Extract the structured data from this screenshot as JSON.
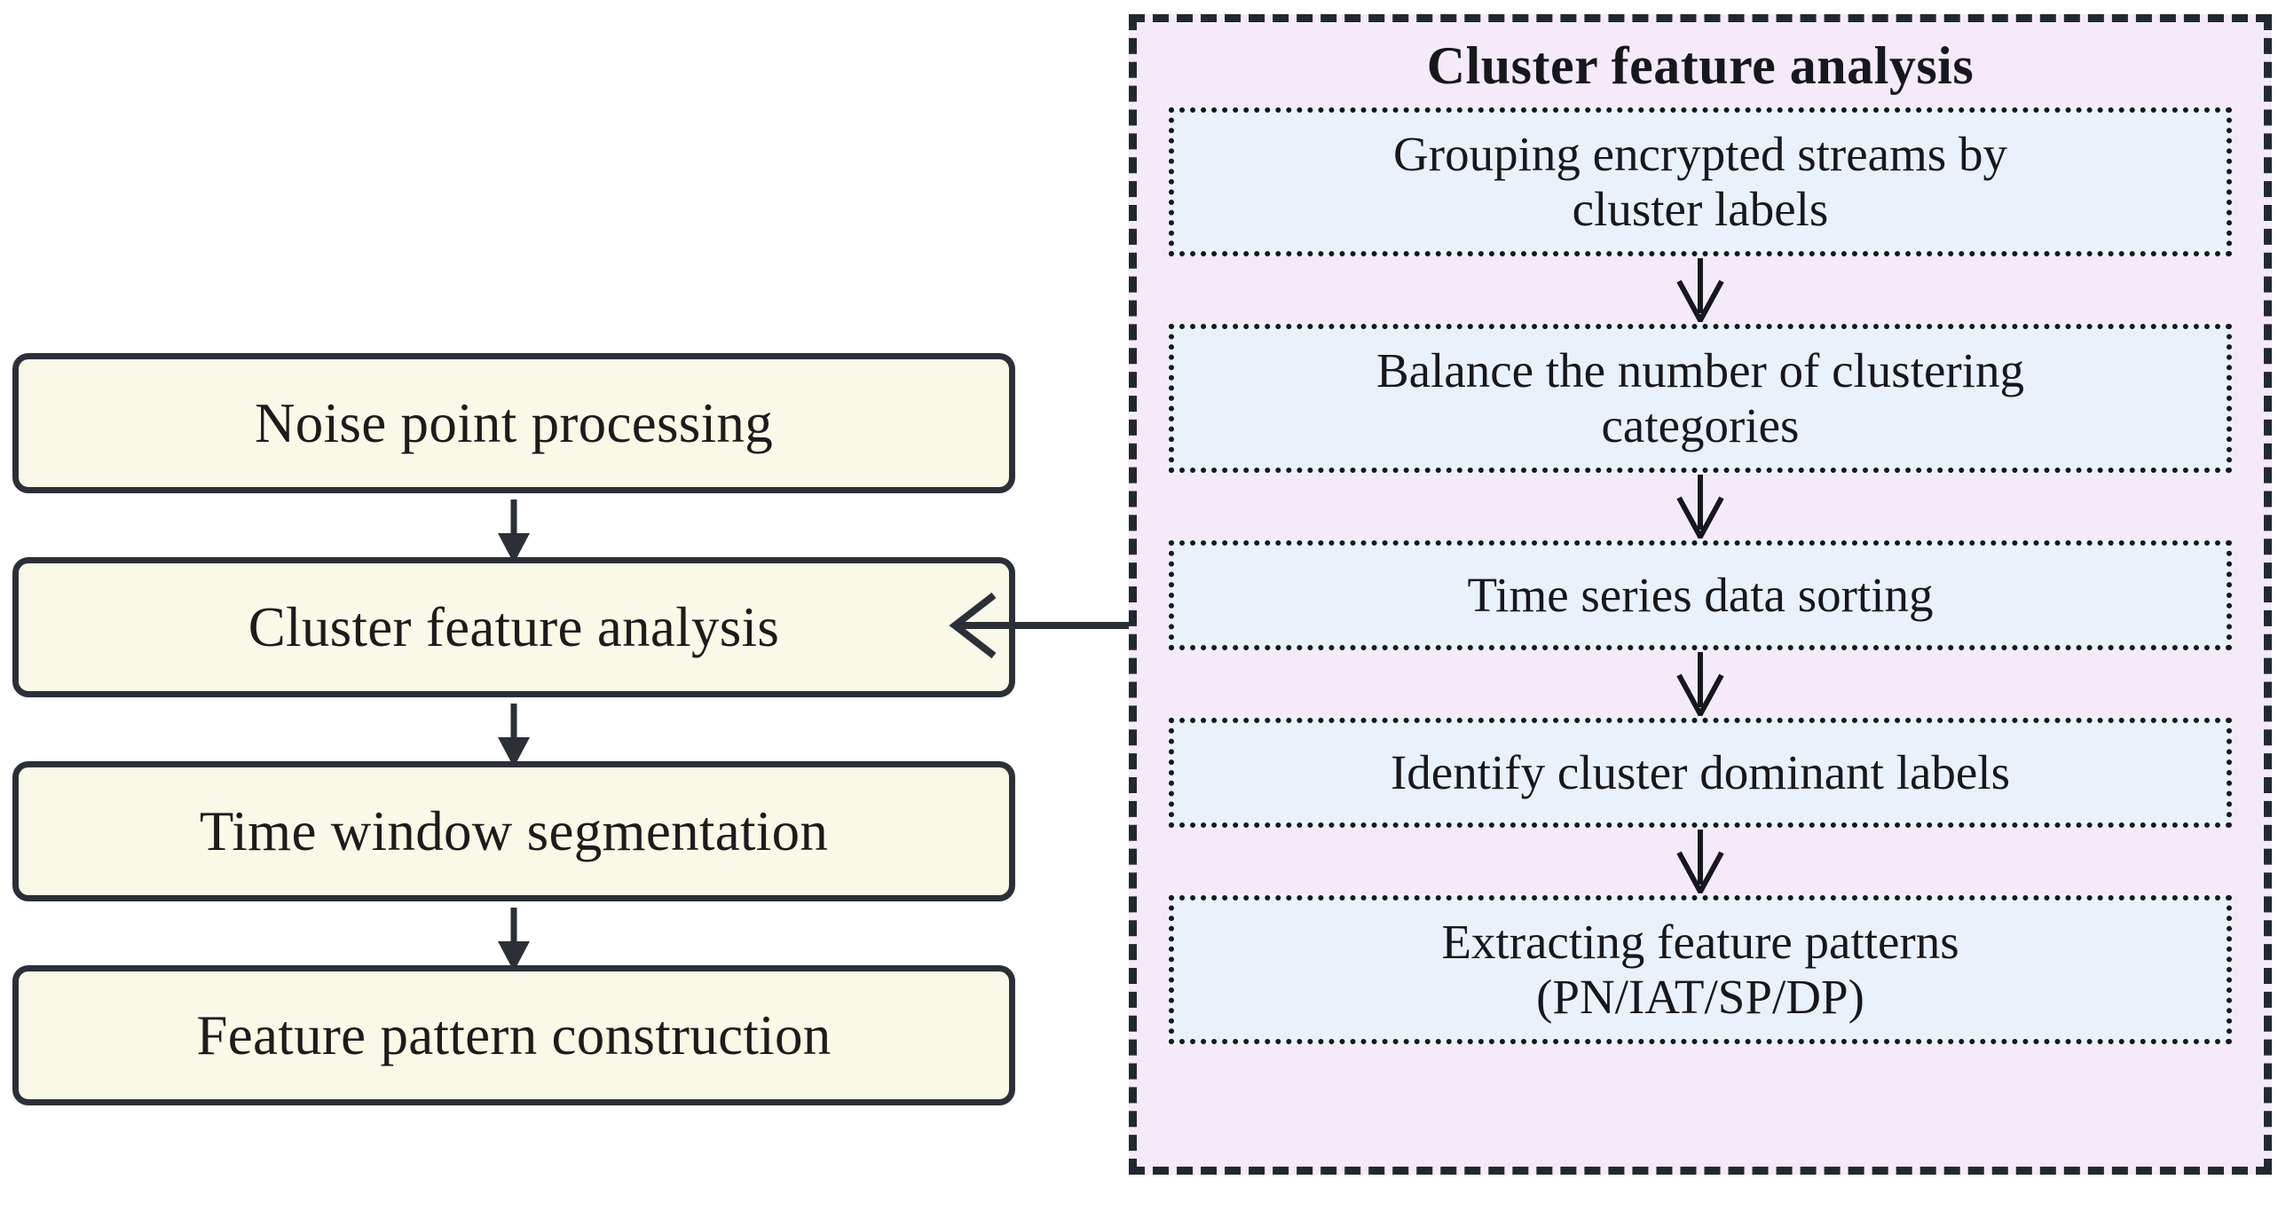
{
  "diagram": {
    "type": "flowchart",
    "title_left": "",
    "left_flow": {
      "name": "main-pipeline",
      "steps": [
        {
          "id": "noise-point-processing",
          "label": "Noise point processing"
        },
        {
          "id": "cluster-feature-analysis",
          "label": "Cluster feature analysis"
        },
        {
          "id": "time-window-segmentation",
          "label": "Time window segmentation"
        },
        {
          "id": "feature-pattern-construction",
          "label": "Feature pattern construction"
        }
      ],
      "connectors": [
        {
          "from": "noise-point-processing",
          "to": "cluster-feature-analysis",
          "style": "solid-arrow-down"
        },
        {
          "from": "cluster-feature-analysis",
          "to": "time-window-segmentation",
          "style": "solid-arrow-down"
        },
        {
          "from": "time-window-segmentation",
          "to": "feature-pattern-construction",
          "style": "solid-arrow-down"
        }
      ]
    },
    "right_panel": {
      "title": "Cluster feature analysis",
      "border_style": "dashed",
      "steps": [
        {
          "id": "grouping-encrypted-streams",
          "line1": "Grouping encrypted streams by",
          "line2": "cluster labels",
          "lines": 2
        },
        {
          "id": "balance-clustering-categories",
          "line1": "Balance the number of clustering",
          "line2": "categories",
          "lines": 2
        },
        {
          "id": "time-series-data-sorting",
          "line1": "Time series data sorting",
          "line2": "",
          "lines": 1
        },
        {
          "id": "identify-cluster-dominant-labels",
          "line1": "Identify cluster dominant labels",
          "line2": "",
          "lines": 1
        },
        {
          "id": "extracting-feature-patterns",
          "line1": "Extracting feature patterns",
          "line2": "(PN/IAT/SP/DP)",
          "lines": 2
        }
      ],
      "connectors": [
        {
          "from": "grouping-encrypted-streams",
          "to": "balance-clustering-categories",
          "style": "open-arrow-down"
        },
        {
          "from": "balance-clustering-categories",
          "to": "time-series-data-sorting",
          "style": "open-arrow-down"
        },
        {
          "from": "time-series-data-sorting",
          "to": "identify-cluster-dominant-labels",
          "style": "open-arrow-down"
        },
        {
          "from": "identify-cluster-dominant-labels",
          "to": "extracting-feature-patterns",
          "style": "open-arrow-down"
        }
      ]
    },
    "cross_link": {
      "from": "right_panel",
      "to": "cluster-feature-analysis",
      "style": "open-arrow-left",
      "label": ""
    },
    "colors": {
      "left_box_fill": "#FAF8E7",
      "left_box_border": "#2B3038",
      "panel_fill": "#F4EAF8",
      "panel_border": "#222831",
      "step_box_fill": "#E9F1FB",
      "step_box_border": "#15181D",
      "text": "#16181C",
      "background": "#FFFFFF",
      "arrow": "#2B3038"
    }
  }
}
